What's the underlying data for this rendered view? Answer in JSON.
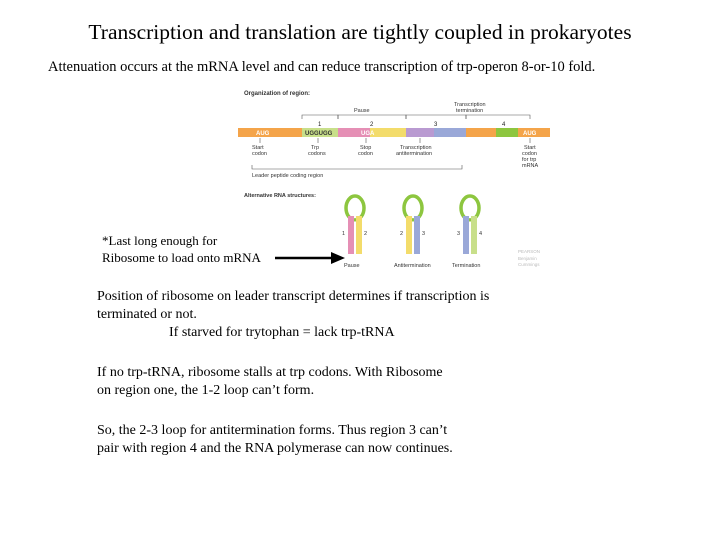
{
  "title": "Transcription and translation are tightly coupled in prokaryotes",
  "subtitle": "Attenuation occurs at the mRNA level and  can reduce transcription of trp-operon 8-or-10 fold.",
  "figure": {
    "section_org": "Organization of region:",
    "pause": "Pause",
    "transcription_termination": [
      "Transcription",
      "termination"
    ],
    "region_numbers": [
      "1",
      "2",
      "3",
      "4"
    ],
    "bar_codes": [
      "AUG",
      "UGGUGG",
      "UGA",
      "AUG"
    ],
    "start_codon": [
      "Start",
      "codon"
    ],
    "trp_codons": [
      "Trp",
      "codons"
    ],
    "stop_codon": [
      "Stop",
      "codon"
    ],
    "antitermination_label": [
      "Transcription",
      "antitermination"
    ],
    "start_codon_trpmrna": [
      "Start",
      "codon",
      "for trp",
      "mRNA"
    ],
    "leader_peptide": "Leader peptide coding region",
    "section_alt": "Alternative RNA structures:",
    "structures": [
      {
        "label": "Pause",
        "pair": [
          "1",
          "2"
        ]
      },
      {
        "label": "Antitermination",
        "pair": [
          "2",
          "3"
        ]
      },
      {
        "label": "Termination",
        "pair": [
          "3",
          "4"
        ]
      }
    ],
    "watermark": [
      "PEARSON",
      "Benjamin",
      "Cummings"
    ]
  },
  "note": [
    "*Last long enough for",
    "Ribosome to load onto mRNA"
  ],
  "para1": [
    "Position of ribosome on leader transcript determines if transcription is",
    "terminated or not.",
    "If starved for trytophan = lack trp-tRNA"
  ],
  "para2": [
    "If no trp-tRNA, ribosome stalls at trp codons. With Ribosome",
    "on region one, the 1-2 loop can’t form."
  ],
  "para3": [
    "So, the 2-3 loop for antitermination forms. Thus region 3 can’t",
    "pair with region 4 and the RNA polymerase can now continues."
  ],
  "colors": {
    "orange": "#f4a44a",
    "green": "#8dc63f",
    "light_green": "#c8df8a",
    "pink": "#e58fb5",
    "blue": "#9aa8d8",
    "purple": "#b99ad1",
    "yellow": "#f3dc6b",
    "red": "#d9412f"
  }
}
